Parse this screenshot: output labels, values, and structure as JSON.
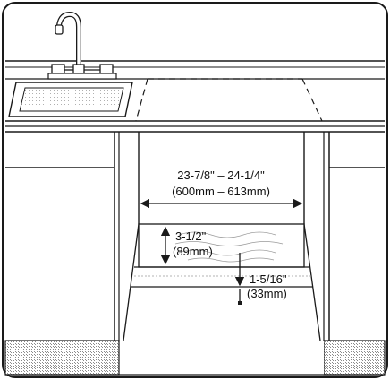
{
  "dimensions": {
    "opening_width": {
      "imperial": "23-7/8\" – 24-1/4\"",
      "metric": "(600mm – 613mm)"
    },
    "rear_height": {
      "imperial": "3-1/2\"",
      "metric": "(89mm)"
    },
    "front_height": {
      "imperial": "1-5/16\"",
      "metric": "(33mm)"
    }
  },
  "colors": {
    "line": "#1a1a1a",
    "background": "#ffffff",
    "texture": "#9a9a9a"
  }
}
